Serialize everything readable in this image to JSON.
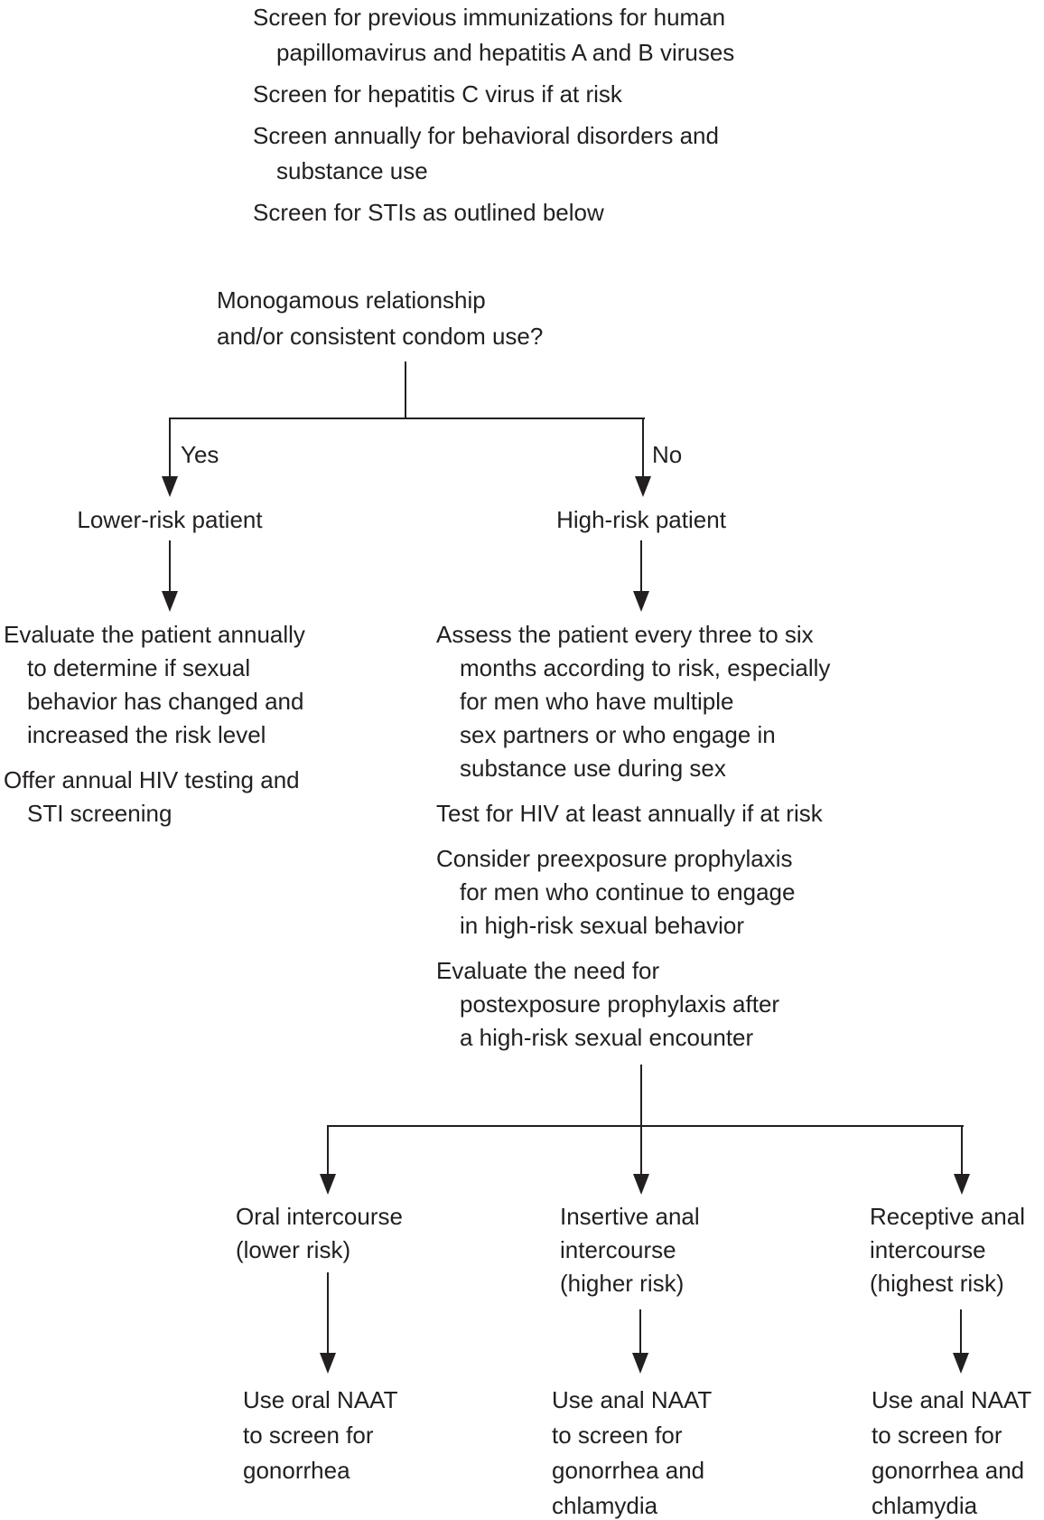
{
  "flowchart": {
    "colors": {
      "ink": "#231f20",
      "background": "#ffffff"
    },
    "top_notes": [
      {
        "lines": [
          "Screen for previous immunizations for human",
          "papillomavirus and hepatitis A and B viruses"
        ]
      },
      {
        "lines": [
          "Screen for hepatitis C virus if at risk"
        ]
      },
      {
        "lines": [
          "Screen annually for behavioral disorders and",
          "substance use"
        ]
      },
      {
        "lines": [
          "Screen for STIs as outlined below"
        ]
      }
    ],
    "decision": {
      "lines": [
        "Monogamous relationship",
        "and/or consistent condom use?"
      ]
    },
    "branches": {
      "yes": {
        "label": "Yes",
        "node": "Lower-risk patient"
      },
      "no": {
        "label": "No",
        "node": "High-risk patient"
      }
    },
    "lower_risk_plan": {
      "para1": [
        "Evaluate the patient annually",
        "to determine if sexual",
        "behavior has changed and",
        "increased the risk level"
      ],
      "para2": [
        "Offer annual HIV testing and",
        "STI screening"
      ]
    },
    "high_risk_plan": {
      "para1": [
        "Assess the patient every three to six",
        "months according to risk, especially",
        "for men who have multiple",
        "sex partners or who engage in",
        "substance use during sex"
      ],
      "para2": [
        "Test for HIV at least annually if at risk"
      ],
      "para3": [
        "Consider preexposure prophylaxis",
        "for men who continue to engage",
        "in high-risk sexual behavior"
      ],
      "para4": [
        "Evaluate the need for",
        "postexposure prophylaxis after",
        "a high-risk sexual encounter"
      ]
    },
    "routes": [
      {
        "title": [
          "Oral intercourse",
          "(lower risk)"
        ],
        "action": [
          "Use oral NAAT",
          "to screen for",
          "gonorrhea"
        ]
      },
      {
        "title": [
          "Insertive anal",
          "intercourse",
          "(higher risk)"
        ],
        "action": [
          "Use anal NAAT",
          "to screen for",
          "gonorrhea and",
          "chlamydia"
        ]
      },
      {
        "title": [
          "Receptive anal",
          "intercourse",
          "(highest risk)"
        ],
        "action": [
          "Use anal NAAT",
          "to screen for",
          "gonorrhea and",
          "chlamydia"
        ]
      }
    ]
  }
}
